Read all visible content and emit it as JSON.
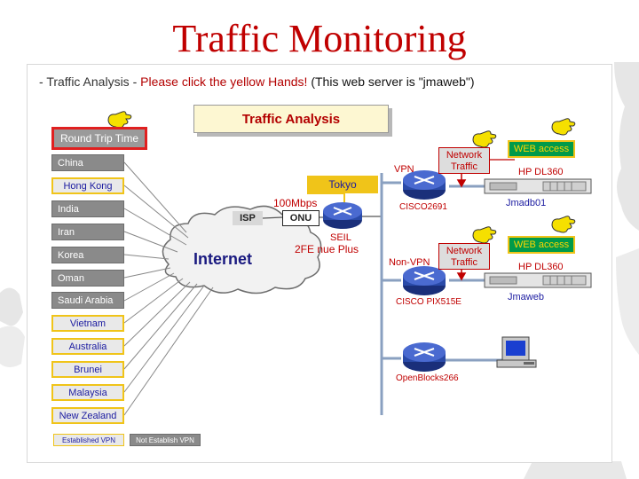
{
  "title": "Traffic Monitoring",
  "header": {
    "prefix": "- ",
    "section": "Traffic Analysis",
    "dash": " - ",
    "instruction": "Please click the yellow Hands!",
    "note": " (This web server is \"jmaweb\")"
  },
  "traffic_analysis_label": "Traffic Analysis",
  "round_trip_time": "Round Trip Time",
  "countries": [
    {
      "name": "China",
      "status": "not"
    },
    {
      "name": "Hong Kong",
      "status": "est"
    },
    {
      "name": "India",
      "status": "not"
    },
    {
      "name": "Iran",
      "status": "not"
    },
    {
      "name": "Korea",
      "status": "not"
    },
    {
      "name": "Oman",
      "status": "not"
    },
    {
      "name": "Saudi Arabia",
      "status": "not"
    },
    {
      "name": "Vietnam",
      "status": "est"
    },
    {
      "name": "Australia",
      "status": "est"
    },
    {
      "name": "Brunei",
      "status": "est"
    },
    {
      "name": "Malaysia",
      "status": "est"
    },
    {
      "name": "New Zealand",
      "status": "est"
    }
  ],
  "legend": {
    "established": "Established VPN",
    "not_established": "Not Establish VPN"
  },
  "network": {
    "internet": "Internet",
    "isp": "ISP",
    "onu": "ONU",
    "bandwidth": "100Mbps",
    "seil_line1": "SEIL",
    "seil_line2": "2FE nue Plus",
    "tokyo": "Tokyo",
    "vpn": "VPN",
    "non_vpn": "Non-VPN",
    "router1": "CISCO2691",
    "router2": "CISCO PIX515E",
    "router3": "OpenBlocks266",
    "network_traffic_line1": "Network",
    "network_traffic_line2": "Traffic",
    "web_access": "WEB access",
    "server_model": "HP DL360",
    "server1": "Jmadb01",
    "server2": "Jmaweb"
  },
  "colors": {
    "title": "#c00000",
    "established": "#f0c419",
    "not_established": "#8a8a8a",
    "web": "#009a4a"
  }
}
